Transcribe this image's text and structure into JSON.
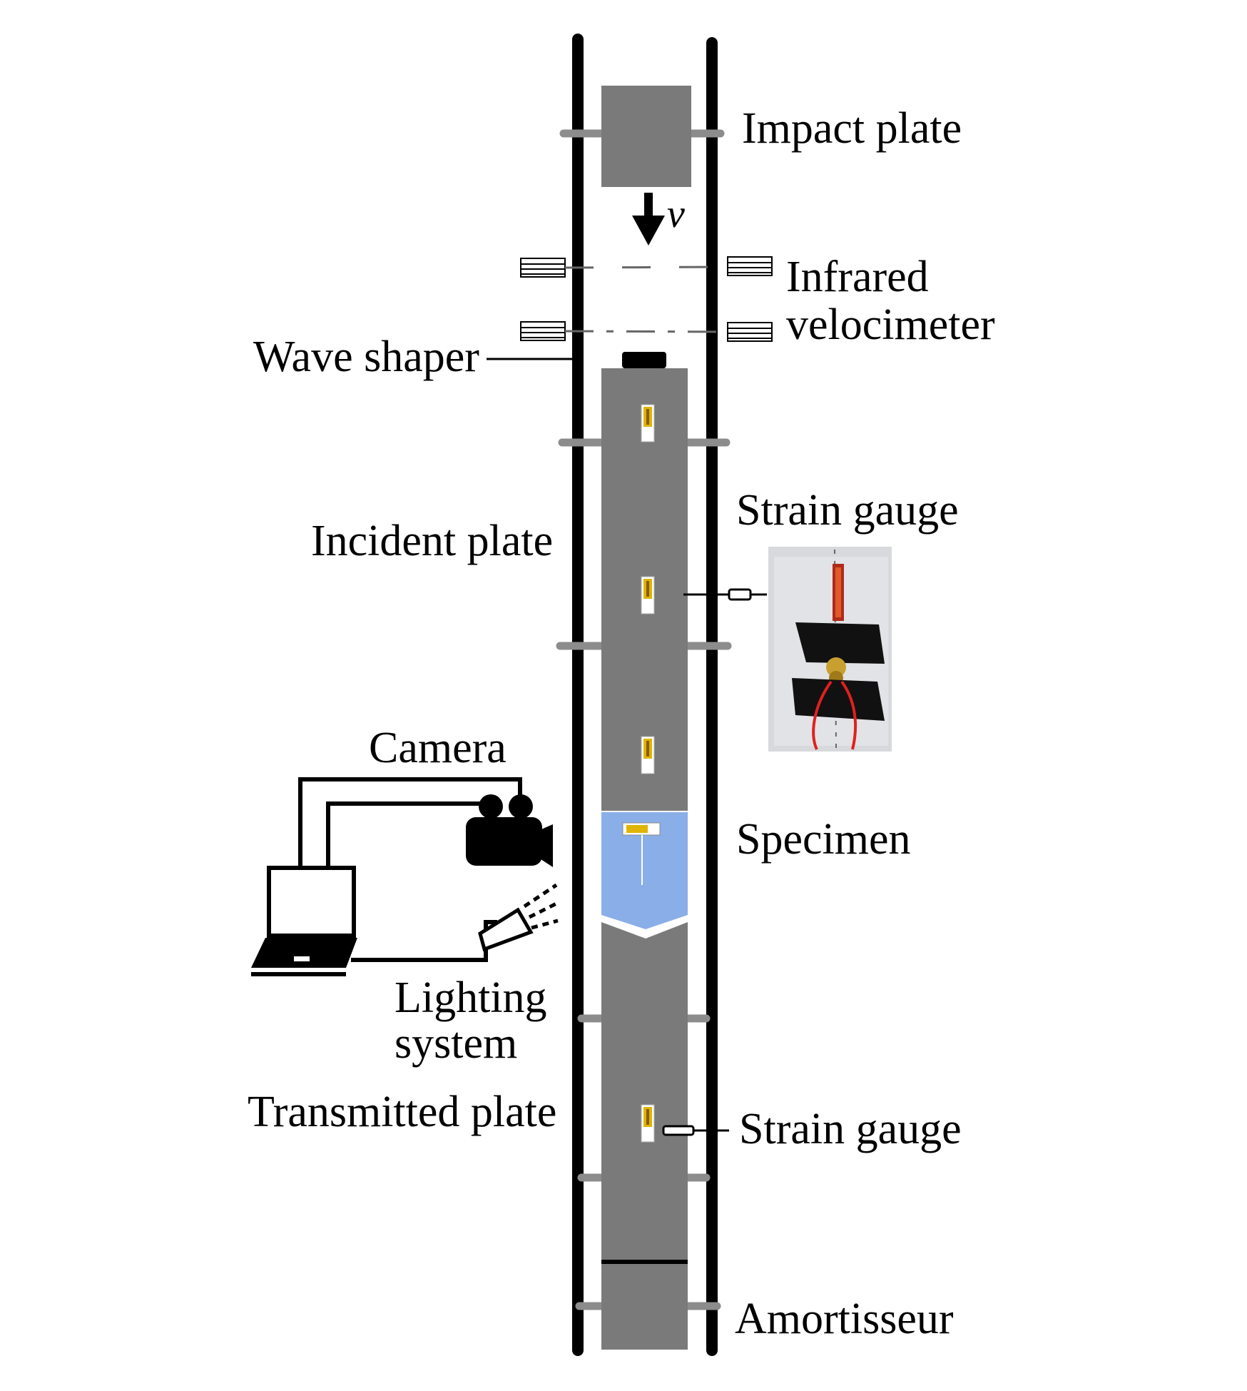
{
  "labels": {
    "impact_plate": "Impact plate",
    "velocity_symbol": "v",
    "infrared_line1": "Infrared",
    "infrared_line2": "velocimeter",
    "wave_shaper": "Wave shaper",
    "strain_gauge_top": "Strain gauge",
    "incident_plate": "Incident plate",
    "camera": "Camera",
    "specimen": "Specimen",
    "lighting_line1": "Lighting",
    "lighting_line2": "system",
    "transmitted_plate": "Transmitted plate",
    "strain_gauge_bottom": "Strain gauge",
    "amortisseur": "Amortisseur"
  },
  "colors": {
    "rail": "#000000",
    "plate": "#7a7a7a",
    "specimen": "#8aaee8",
    "bracket": "#8c8c8c",
    "gauge": "#e0b400",
    "photo_bg": "#d7d9dc"
  }
}
